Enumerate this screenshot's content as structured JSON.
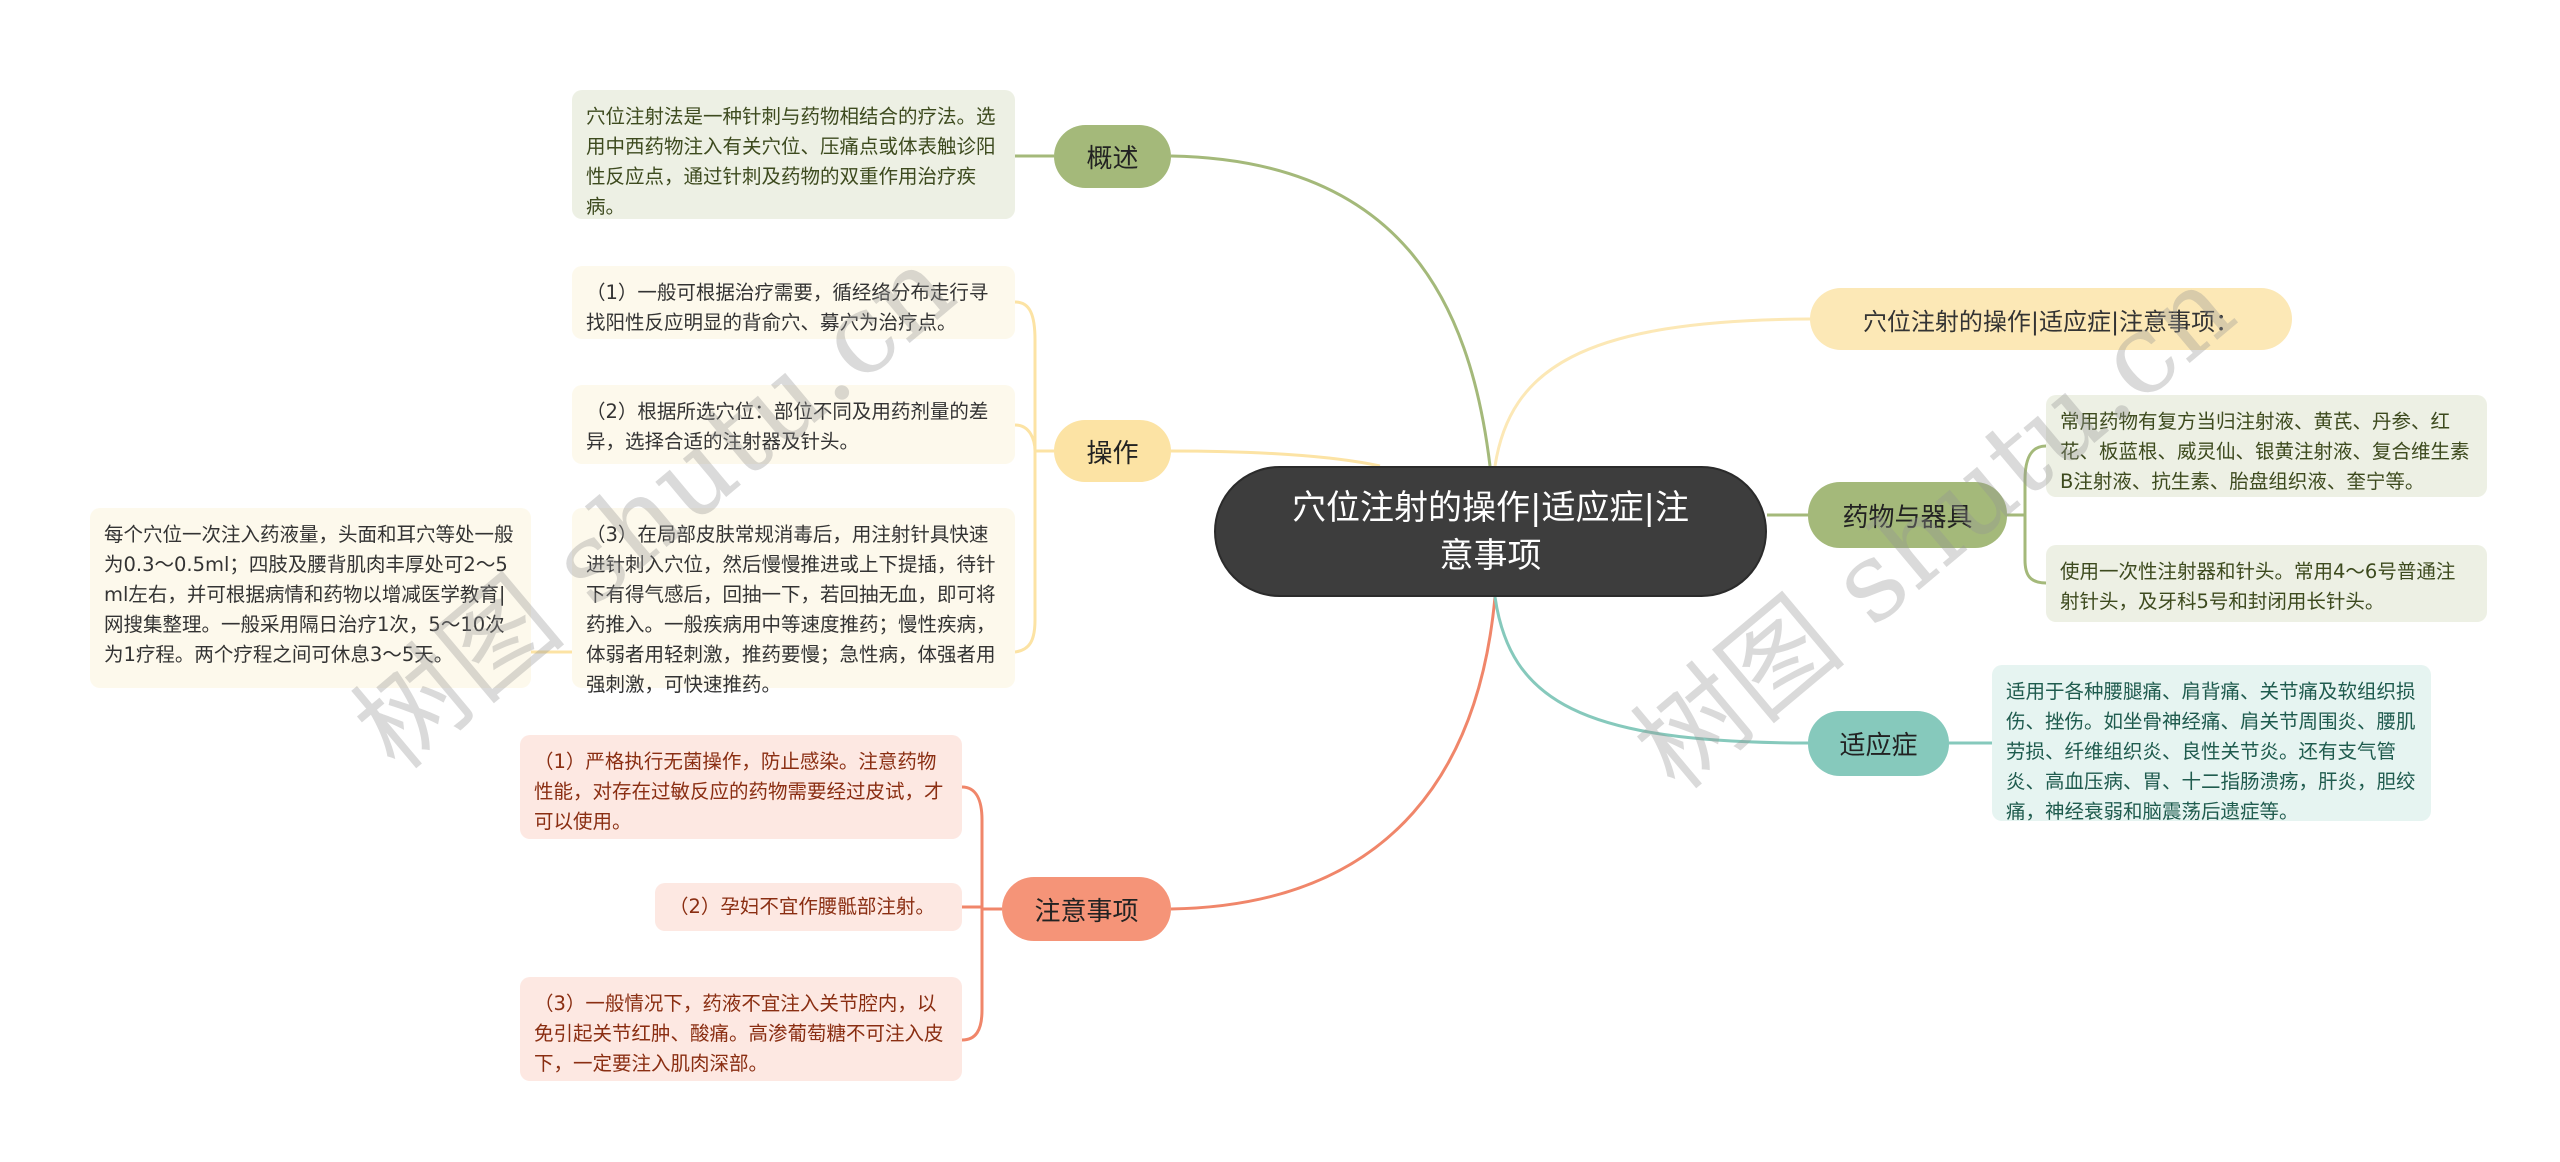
{
  "root": {
    "title_line1": "穴位注射的操作|适应症|注",
    "title_line2": "意事项"
  },
  "branches": {
    "overview": {
      "label": "概述",
      "color": "#a4b97a",
      "notes": [
        "穴位注射法是一种针刺与药物相结合的疗法。选用中西药物注入有关穴位、压痛点或体表触诊阳性反应点，通过针刺及药物的双重作用治疗疾病。"
      ]
    },
    "operation": {
      "label": "操作",
      "color": "#fce3a4",
      "notes": [
        "（1）一般可根据治疗需要，循经络分布走行寻找阳性反应明显的背俞穴、募穴为治疗点。",
        "（2）根据所选穴位：部位不同及用药剂量的差异，选择合适的注射器及针头。",
        "（3）在局部皮肤常规消毒后，用注射针具快速进针刺入穴位，然后慢慢推进或上下提插，待针下有得气感后，回抽一下，若回抽无血，即可将药推入。一般疾病用中等速度推药；慢性疾病，体弱者用轻刺激，推药要慢；急性病，体强者用强刺激，可快速推药。"
      ],
      "sub_note": "每个穴位一次注入药液量，头面和耳穴等处一般为0.3～0.5ml；四肢及腰背肌肉丰厚处可2～5ml左右，并可根据病情和药物以增减医学教育|网搜集整理。一般采用隔日治疗1次，5～10次为1疗程。两个疗程之间可休息3～5天。"
    },
    "precautions": {
      "label": "注意事项",
      "color": "#f59478",
      "notes": [
        "（1）严格执行无菌操作，防止感染。注意药物性能，对存在过敏反应的药物需要经过皮试，才可以使用。",
        "（2）孕妇不宜作腰骶部注射。",
        "（3）一般情况下，药液不宜注入关节腔内，以免引起关节红肿、酸痛。高渗葡萄糖不可注入皮下，一定要注入肌肉深部。"
      ]
    },
    "heading": {
      "label": "穴位注射的操作|适应症|注意事项："
    },
    "drugs": {
      "label": "药物与器具",
      "color": "#a4b97a",
      "notes": [
        "常用药物有复方当归注射液、黄芪、丹参、红花、板蓝根、威灵仙、银黄注射液、复合维生素B注射液、抗生素、胎盘组织液、奎宁等。",
        "使用一次性注射器和针头。常用4～6号普通注射针头，及牙科5号和封闭用长针头。"
      ]
    },
    "indications": {
      "label": "适应症",
      "color": "#86c9bc",
      "notes": [
        "适用于各种腰腿痛、肩背痛、关节痛及软组织损伤、挫伤。如坐骨神经痛、肩关节周围炎、腰肌劳损、纤维组织炎、良性关节炎。还有支气管炎、高血压病、胃、十二指肠溃疡，肝炎，胆绞痛，神经衰弱和脑震荡后遗症等。"
      ]
    }
  },
  "watermarks": [
    "树图 shutu.cn",
    "树图 shutu.cn"
  ]
}
